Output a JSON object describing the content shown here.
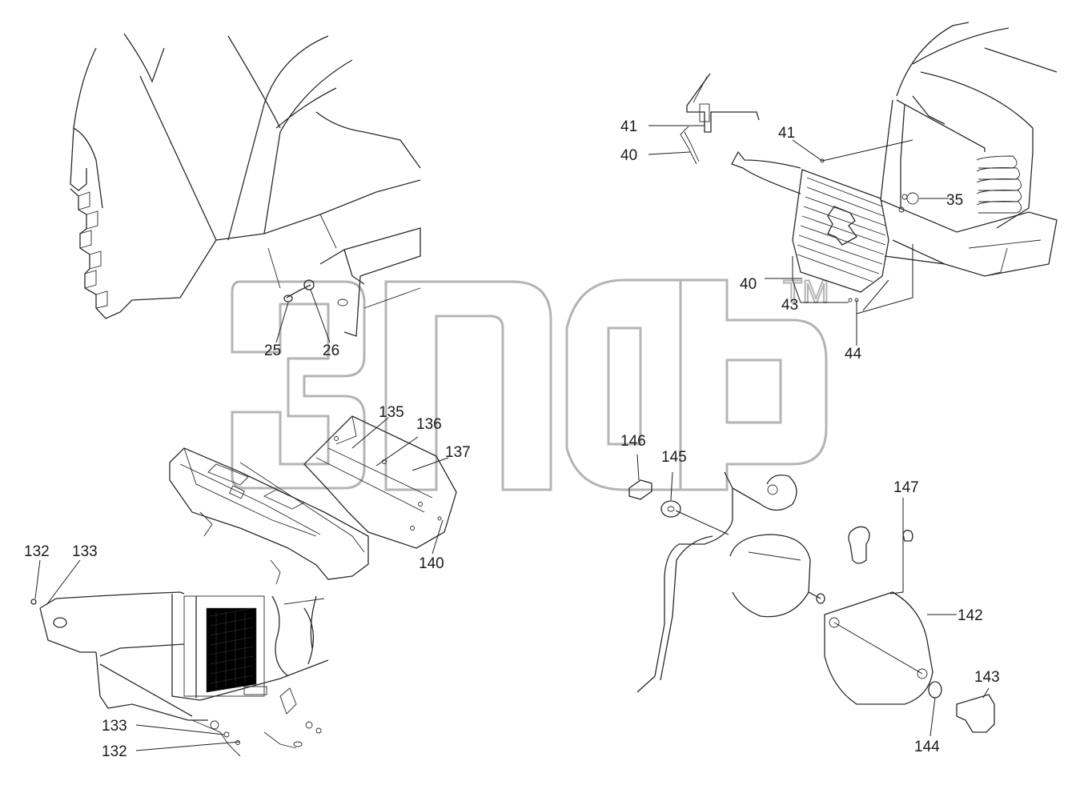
{
  "watermark": {
    "trademark": "TM"
  },
  "callouts": {
    "c25": "25",
    "c26": "26",
    "c41a": "41",
    "c40a": "40",
    "c41b": "41",
    "c35": "35",
    "c40b": "40",
    "c43": "43",
    "c44": "44",
    "c135": "135",
    "c136": "136",
    "c137": "137",
    "c140": "140",
    "c132a": "132",
    "c133a": "133",
    "c133b": "133",
    "c132b": "132",
    "c146": "146",
    "c145": "145",
    "c147": "147",
    "c142": "142",
    "c143": "143",
    "c144": "144"
  }
}
